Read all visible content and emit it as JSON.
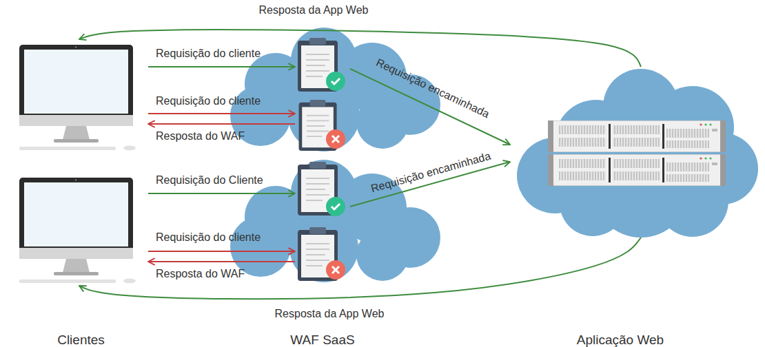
{
  "diagram": {
    "nodes": [
      {
        "text": [
          "Clientes"
        ]
      },
      {
        "text": [
          "WAF SaaS"
        ]
      },
      {
        "text": [
          "Aplicação Web"
        ]
      }
    ],
    "edges": [
      {
        "from": 2,
        "to": 0,
        "label": "Resposta da App Web",
        "arrow": "to"
      },
      {
        "from": 0,
        "to": 1,
        "label": "Requisição do cliente",
        "arrow": "to"
      },
      {
        "from": 0,
        "to": 1,
        "label": "Requisição do cliente",
        "arrow": "to"
      },
      {
        "from": 1,
        "to": 0,
        "label": "Resposta do WAF",
        "arrow": "to"
      },
      {
        "from": 1,
        "to": 2,
        "label": "Requisição encaminhada",
        "arrow": "to"
      },
      {
        "from": 0,
        "to": 1,
        "label": "Requisição do Cliente",
        "arrow": "to"
      },
      {
        "from": 1,
        "to": 2,
        "label": "Requisição encaminhada",
        "arrow": "to"
      },
      {
        "from": 0,
        "to": 1,
        "label": "Requisição do cliente",
        "arrow": "to"
      },
      {
        "from": 1,
        "to": 0,
        "label": "Resposta do WAF",
        "arrow": "to"
      },
      {
        "from": 2,
        "to": 0,
        "label": "Resposta da App Web",
        "arrow": "to"
      }
    ]
  }
}
